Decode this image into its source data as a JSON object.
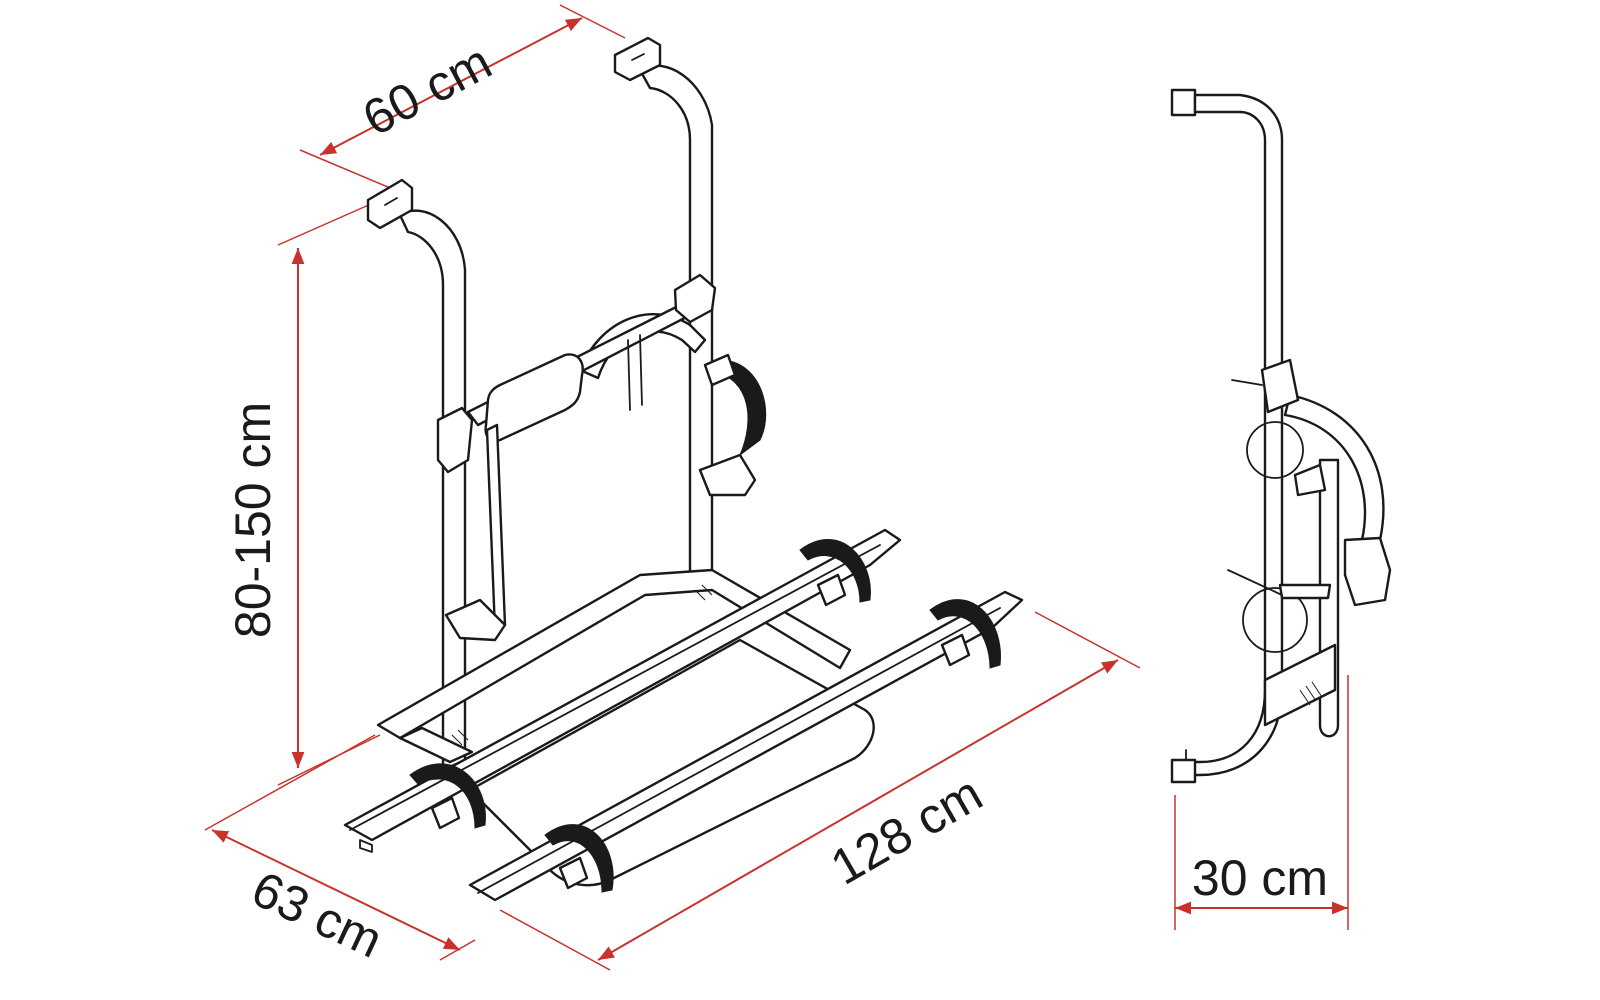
{
  "dimensions": {
    "width_top": "60 cm",
    "height": "80-150 cm",
    "depth": "63 cm",
    "length": "128 cm",
    "side_depth": "30 cm"
  },
  "colors": {
    "dimension_line": "#c7332c",
    "outline": "#1a1a1a",
    "background": "#ffffff"
  }
}
